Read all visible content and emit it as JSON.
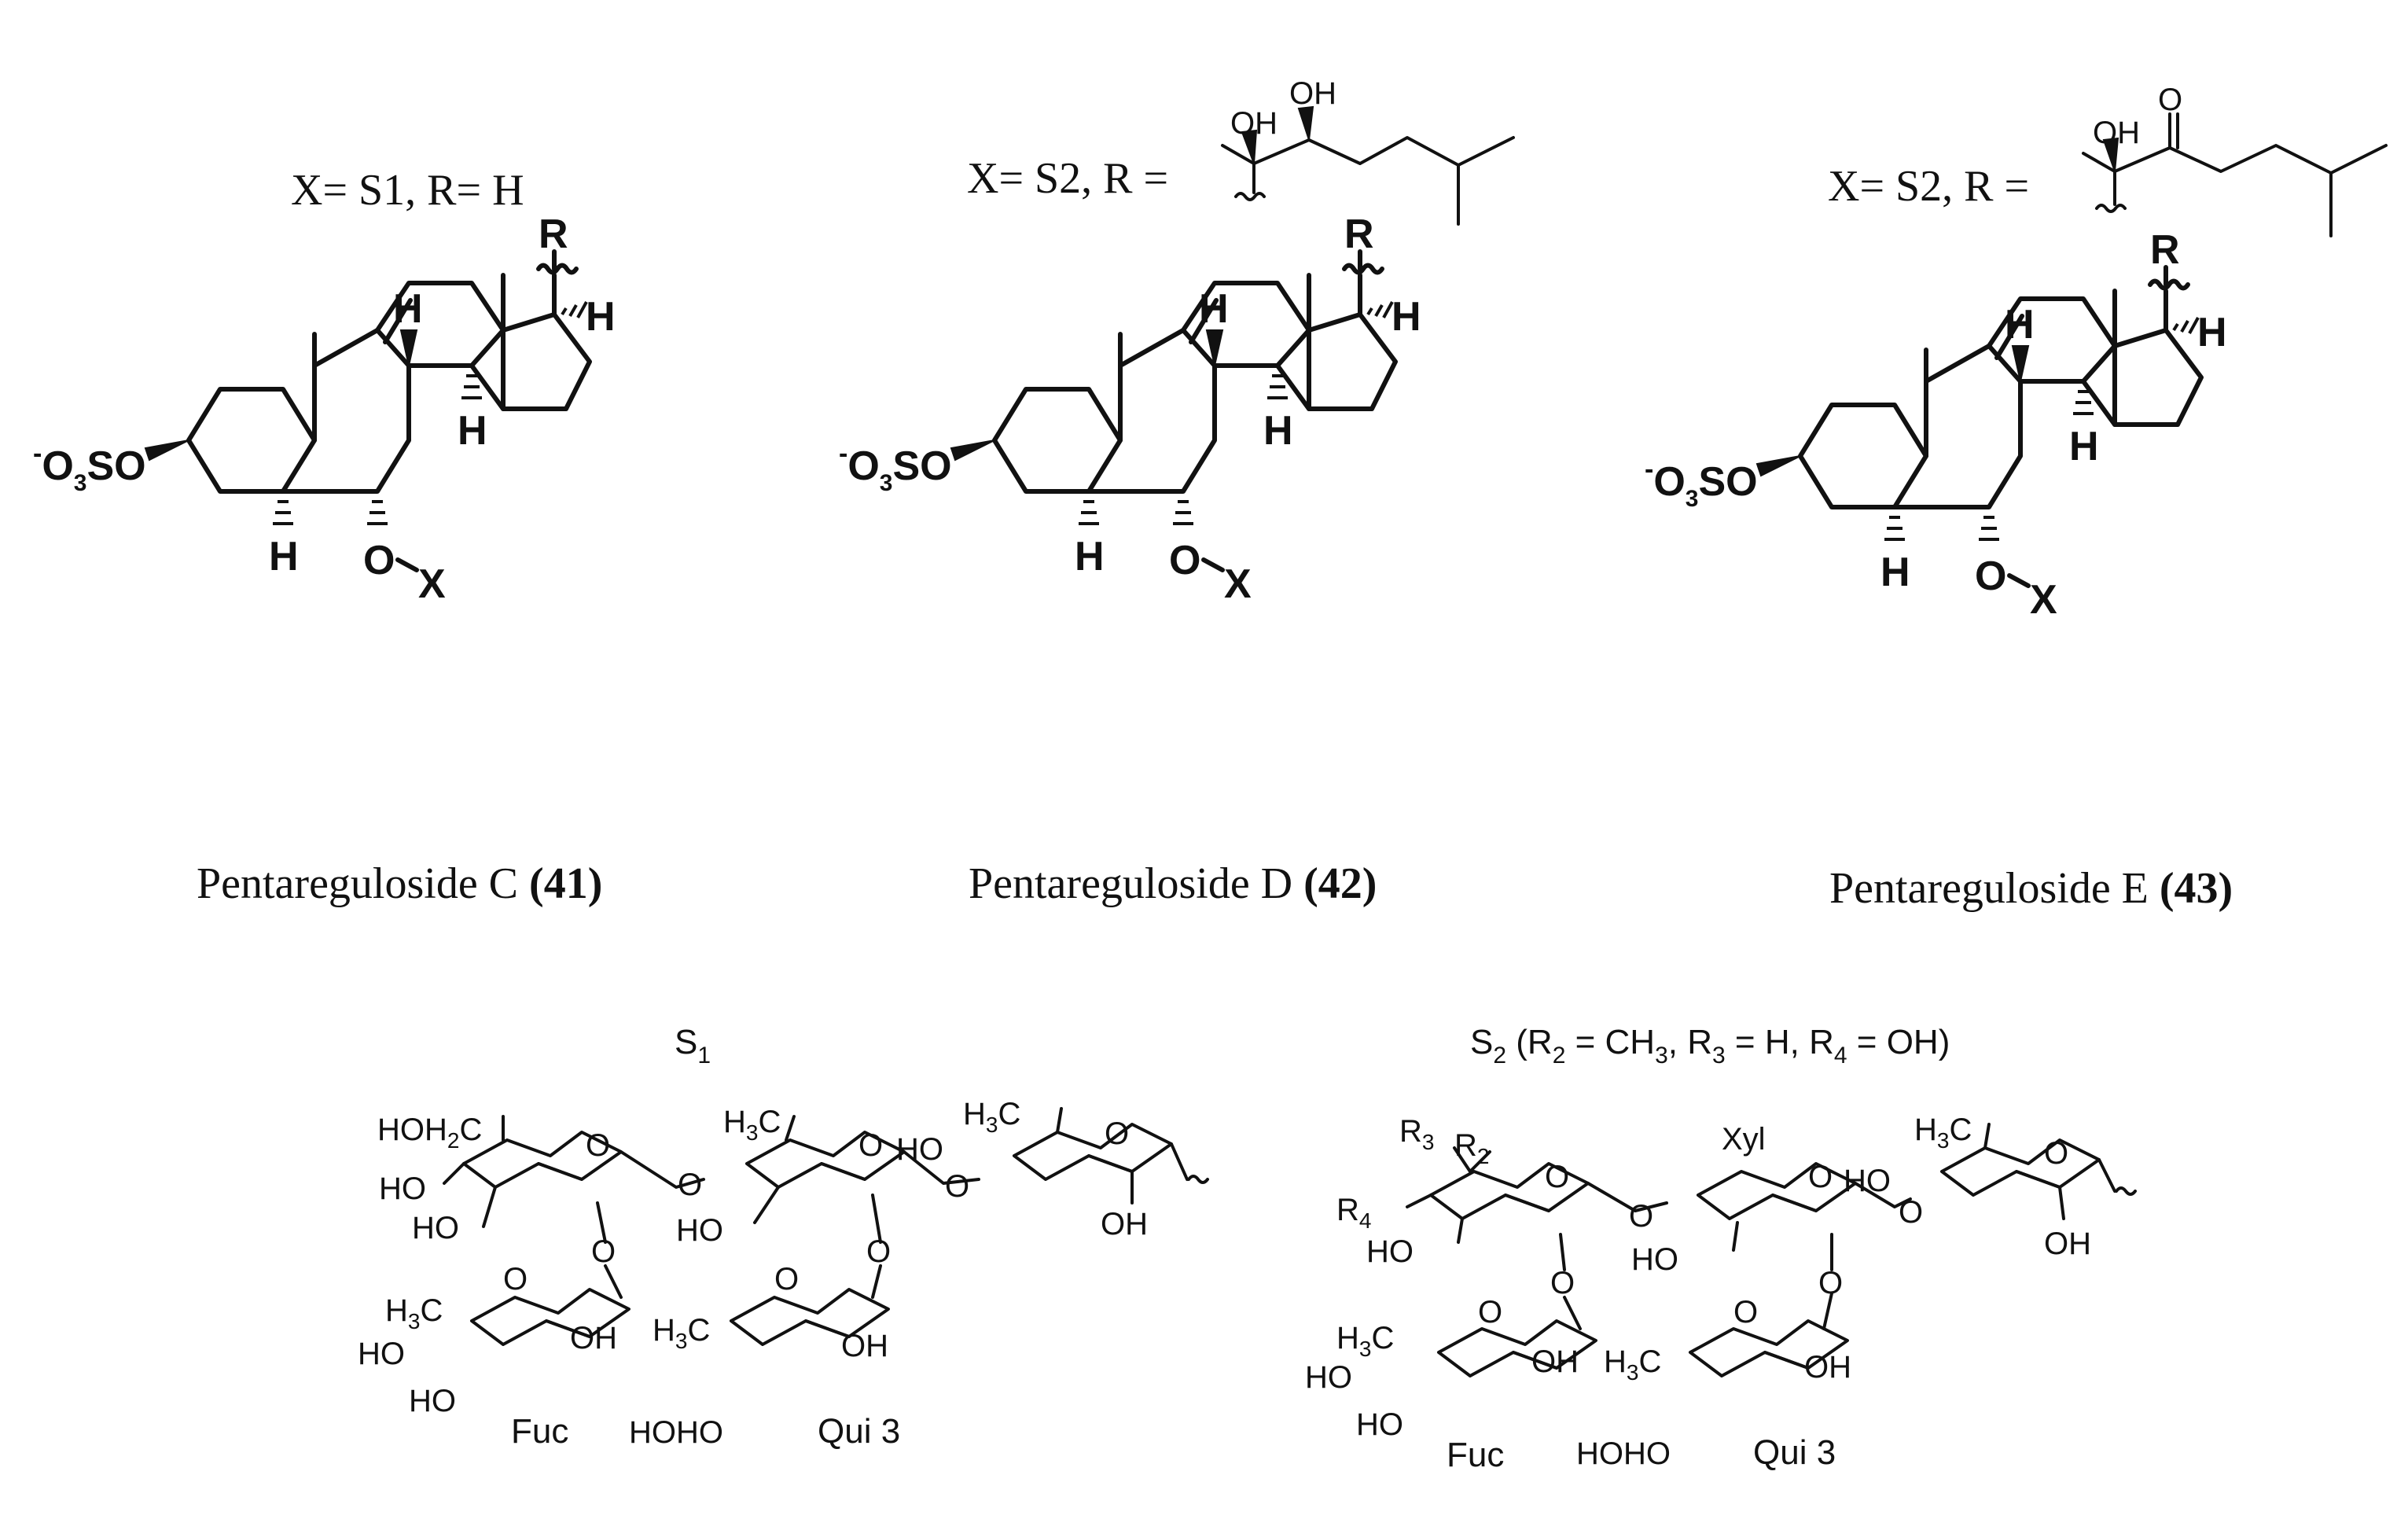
{
  "compounds": [
    {
      "rdef": "X= S1, R= H",
      "name": "Pentareguloside C",
      "num": "(41)"
    },
    {
      "rdef": "X= S2,  R  =",
      "name": "Pentareguloside D",
      "num": "(42)"
    },
    {
      "rdef": "X= S2,  R  =",
      "name": "Pentareguloside E",
      "num": "(43)"
    }
  ],
  "sugars": {
    "s1": {
      "title": "S",
      "title_sub": "1",
      "fuc": "Fuc",
      "qui": "Qui 3"
    },
    "s2": {
      "title": "S",
      "title_sub": "2",
      "title_rest": " (R",
      "r2": "2",
      "mid1": " = CH",
      "ch": "3",
      "mid2": ", R",
      "r3": "3",
      "mid3": " = H, R",
      "r4": "4",
      "mid4": " = OH)",
      "xyl": "Xyl",
      "fuc": "Fuc",
      "qui": "Qui 3"
    }
  },
  "atoms": {
    "R": "R",
    "H": "H",
    "X": "X",
    "O": "O",
    "OH": "OH",
    "O3SO": "O",
    "O3SO_sub": "3",
    "O3SO_tail": "SO",
    "minus": "-",
    "HO": "HO",
    "HOH2C": "HOH",
    "HOH2C_sub": "2",
    "HOH2C_tail": "C",
    "H3C": "H",
    "H3C_sub": "3",
    "H3C_tail": "C",
    "HOHO": "HOHO",
    "R2": "R",
    "R2_sub": "2",
    "R3": "R",
    "R3_sub": "3",
    "R4": "R",
    "R4_sub": "4"
  }
}
